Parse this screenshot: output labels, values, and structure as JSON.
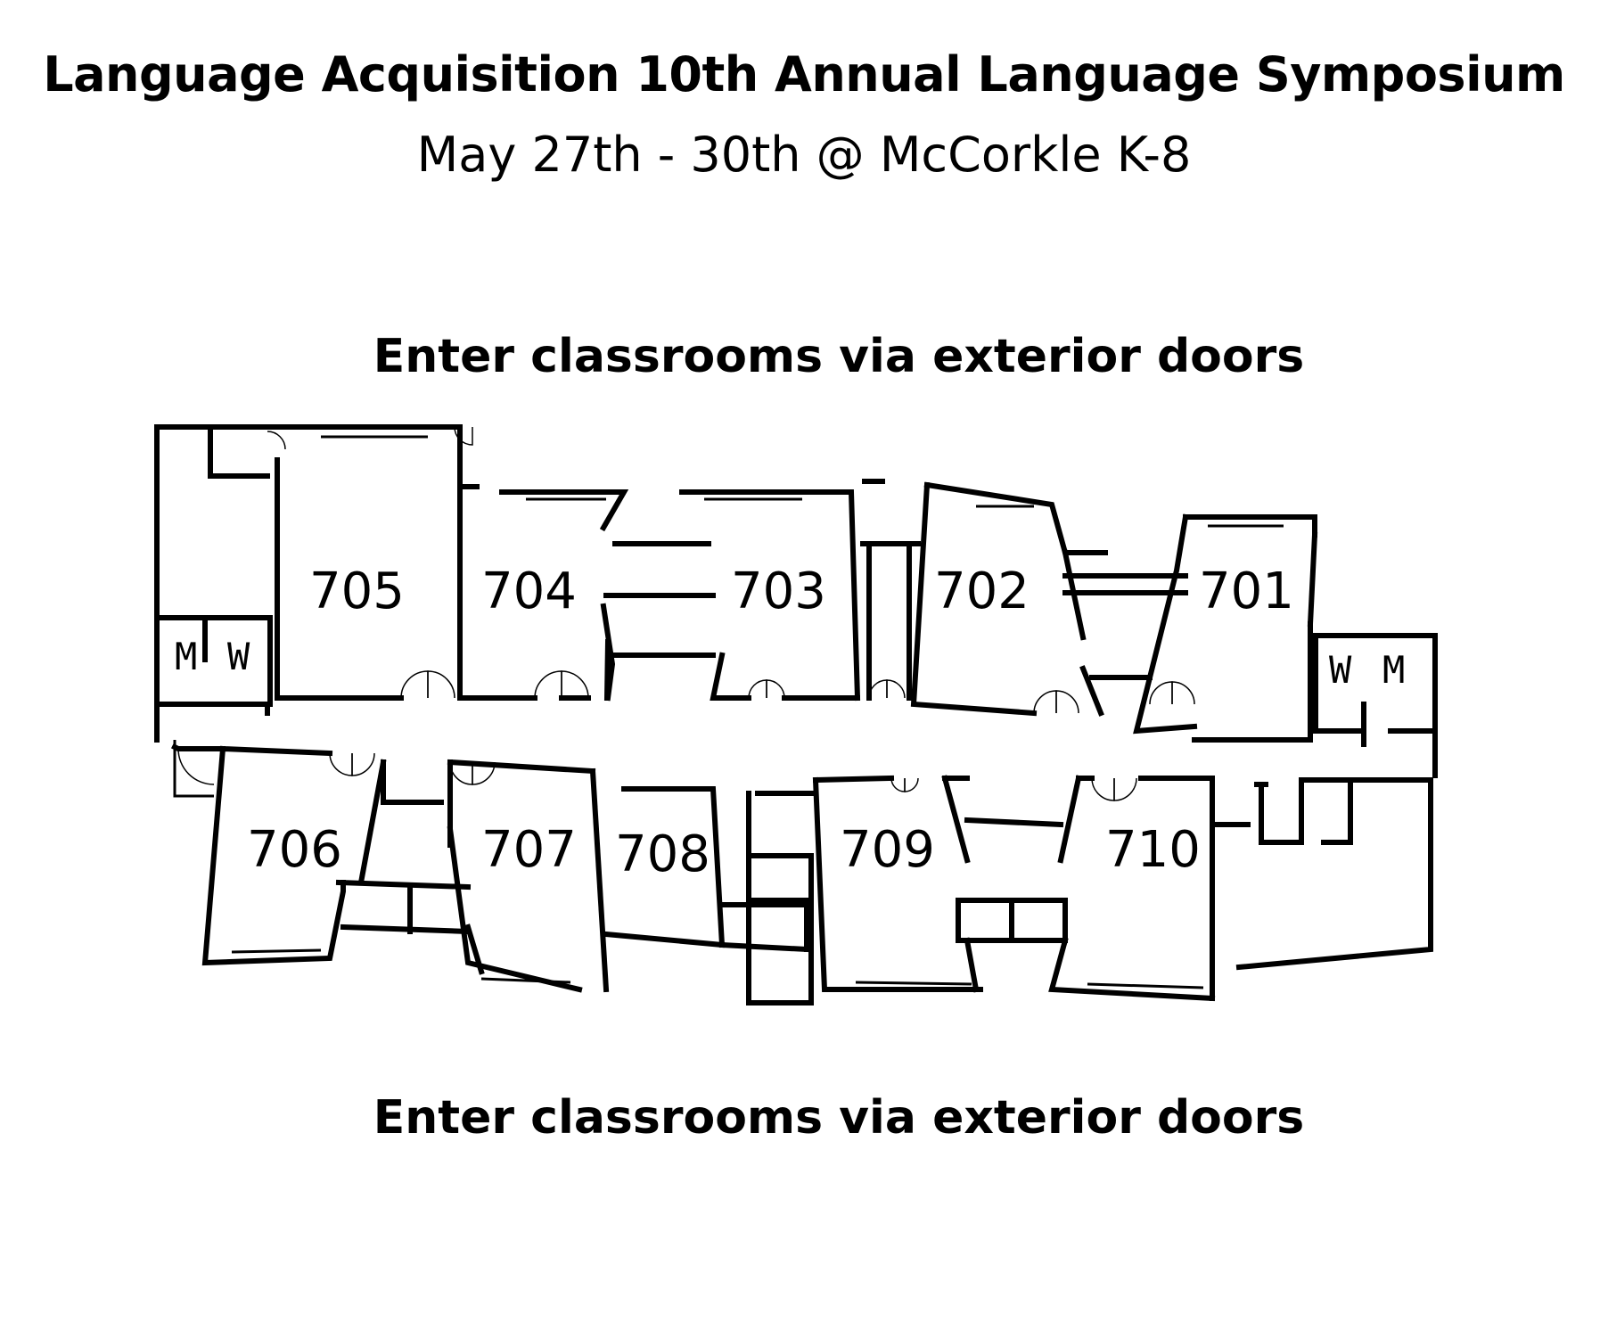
{
  "header": {
    "title": "Language Acquisition 10th Annual Language Symposium",
    "subtitle": "May 27th - 30th @ McCorkle K-8"
  },
  "notices": {
    "top": "Enter classrooms via exterior doors",
    "bottom": "Enter classrooms via exterior doors"
  },
  "rooms": {
    "r705": "705",
    "r704": "704",
    "r703": "703",
    "r702": "702",
    "r701": "701",
    "r706": "706",
    "r707": "707",
    "r708": "708",
    "r709": "709",
    "r710": "710"
  },
  "restrooms": {
    "left_m": "M",
    "left_w": "W",
    "right_w": "W",
    "right_m": "M"
  }
}
